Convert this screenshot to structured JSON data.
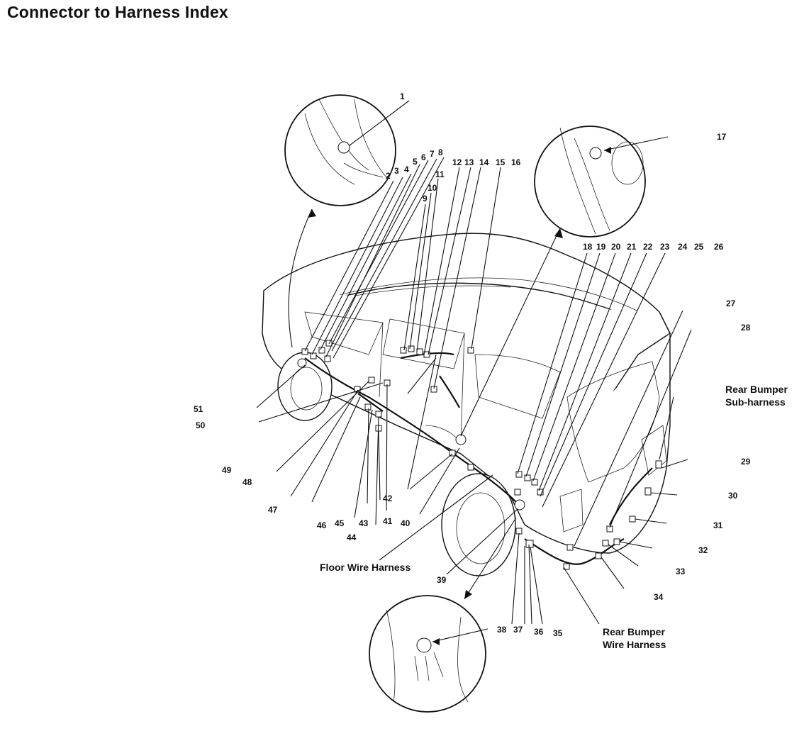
{
  "title": "Connector to Harness Index",
  "harness_labels": {
    "floor": "Floor Wire Harness",
    "rear_bumper_sub": [
      "Rear Bumper",
      "Sub-harness"
    ],
    "rear_bumper": [
      "Rear Bumper",
      "Wire Harness"
    ]
  },
  "callouts": [
    "1",
    "2",
    "3",
    "4",
    "5",
    "6",
    "7",
    "8",
    "9",
    "10",
    "11",
    "12",
    "13",
    "14",
    "15",
    "16",
    "17",
    "18",
    "19",
    "20",
    "21",
    "22",
    "23",
    "24",
    "25",
    "26",
    "27",
    "28",
    "29",
    "30",
    "31",
    "32",
    "33",
    "34",
    "35",
    "36",
    "37",
    "38",
    "39",
    "40",
    "41",
    "42",
    "43",
    "44",
    "45",
    "46",
    "47",
    "48",
    "49",
    "50",
    "51"
  ]
}
